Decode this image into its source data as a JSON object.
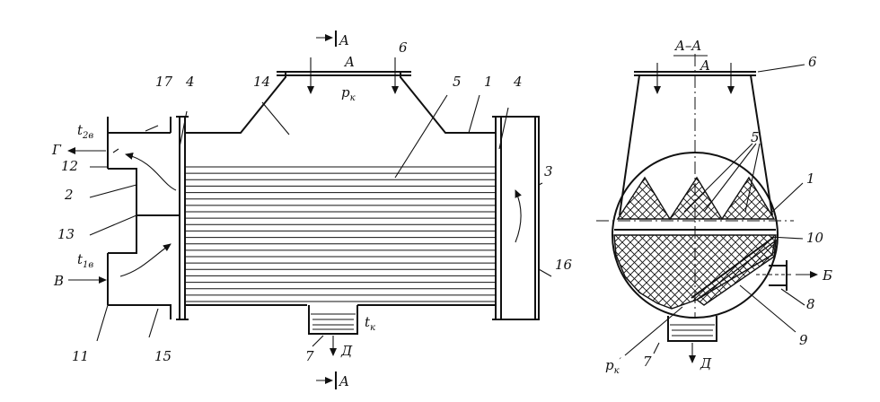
{
  "labels": {
    "n1": "1",
    "n2": "2",
    "n3": "3",
    "n4": "4",
    "n5": "5",
    "n6": "6",
    "n7": "7",
    "n11": "11",
    "n12": "12",
    "n13": "13",
    "n14": "14",
    "n15": "15",
    "n16": "16",
    "n17": "17",
    "n1r": "1",
    "n5r": "5",
    "n6r": "6",
    "n7r": "7",
    "n8": "8",
    "n9": "9",
    "n10": "10",
    "n4b": "4",
    "sectionA": "A",
    "sectionAA": "A–A",
    "streamG": "Г",
    "streamV": "В",
    "streamD": "Д",
    "streamB": "Б",
    "streamD2": "Д",
    "t2": "t",
    "t2sub": "2в",
    "t1": "t",
    "t1sub": "1в",
    "tk": "t",
    "tksub": "к",
    "pk": "p",
    "pksub": "к",
    "pk2": "p",
    "pk2sub": "к",
    "pk2prime": "′"
  }
}
